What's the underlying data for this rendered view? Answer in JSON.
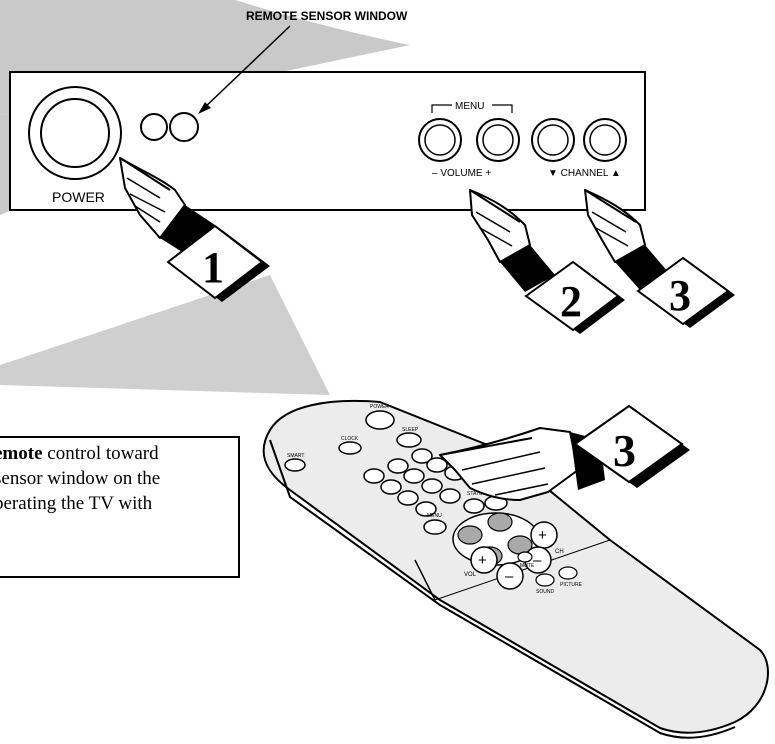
{
  "labels": {
    "remote_sensor_window": "REMOTE SENSOR WINDOW",
    "menu": "MENU",
    "power": "POWER",
    "volume": "–  VOLUME  +",
    "channel": "▼ CHANNEL ▲"
  },
  "steps": {
    "step1": "1",
    "step2": "2",
    "step3_panel": "3",
    "step3_remote": "3"
  },
  "note": {
    "line1_bold": "emote",
    "line1_rest": " control toward",
    "line2": "sensor window on the",
    "line3": "perating the TV with"
  },
  "remote_labels": {
    "power": "POWER",
    "sleep": "SLEEP",
    "clock": "CLOCK",
    "vol": "VOL",
    "ch": "CH",
    "mute": "MUTE",
    "sound": "SOUND",
    "picture": "PICTURE",
    "smart": "SMART",
    "status": "STATUS",
    "menu": "MENU"
  },
  "colors": {
    "shadow": "#c9c9c9",
    "line": "#000000"
  }
}
